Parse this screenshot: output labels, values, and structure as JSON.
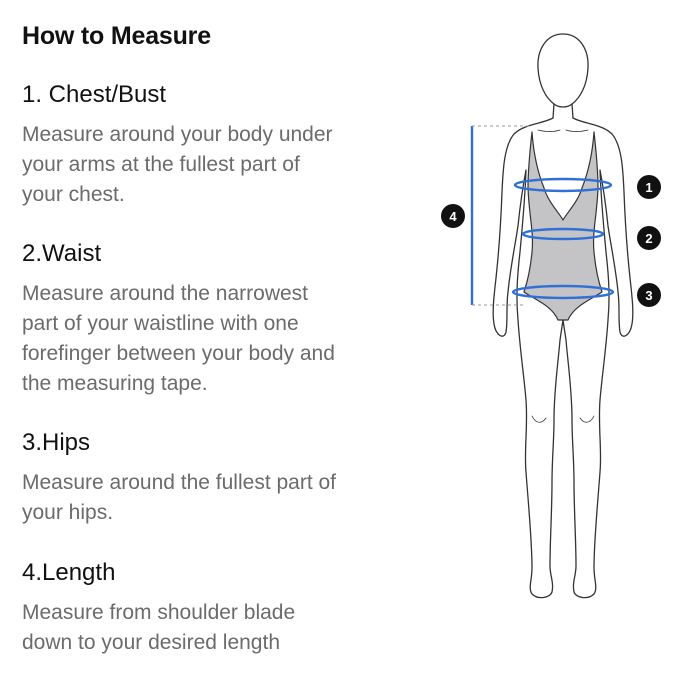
{
  "title": "How to Measure",
  "sections": [
    {
      "heading": "1. Chest/Bust",
      "text": "Measure around your body under\nyour arms at the fullest part of\nyour chest."
    },
    {
      "heading": "2.Waist",
      "text": "Measure around the narrowest\npart of your waistline with one\nforefinger between your body and\nthe measuring tape."
    },
    {
      "heading": "3.Hips",
      "text": "Measure around the fullest part of\nyour hips."
    },
    {
      "heading": "4.Length",
      "text": "Measure from shoulder blade\ndown to your desired length"
    }
  ],
  "figure": {
    "markers": [
      "1",
      "2",
      "3",
      "4"
    ],
    "colors": {
      "tape": "#2f6fd6",
      "body_outline": "#333333",
      "swimsuit_fill": "#c4c4c6",
      "badge": "#111111"
    },
    "icon": "body-measurement-figure"
  }
}
